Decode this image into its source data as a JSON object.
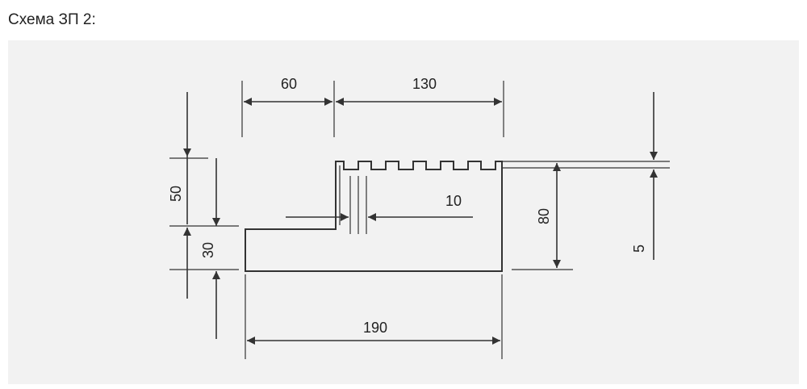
{
  "title": "Схема ЗП 2:",
  "dimensions": {
    "top_left_width": "60",
    "top_right_width": "130",
    "slot_width": "10",
    "total_width": "190",
    "upper_height": "50",
    "base_height": "30",
    "right_height": "80",
    "right_offset": "5"
  },
  "colors": {
    "line": "#333333",
    "panel": "#f2f2f2",
    "text": "#222222"
  }
}
